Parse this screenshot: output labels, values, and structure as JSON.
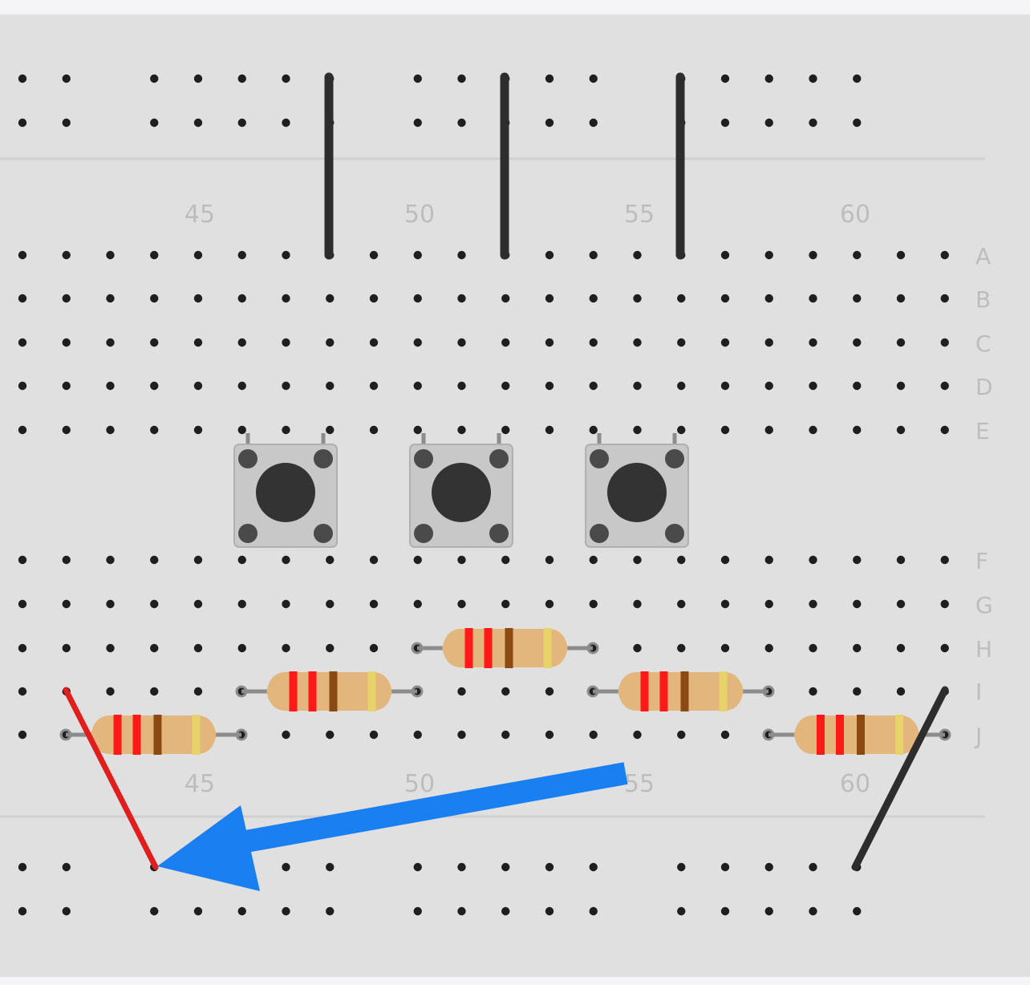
{
  "breadboard": {
    "column_numbers_top": [
      "45",
      "50",
      "55",
      "60"
    ],
    "column_numbers_bottom": [
      "45",
      "50",
      "55",
      "60"
    ],
    "row_labels_top": [
      "A",
      "B",
      "C",
      "D",
      "E"
    ],
    "row_labels_bottom": [
      "F",
      "G",
      "H",
      "I",
      "J"
    ],
    "colors": {
      "board": "#e0e0e0",
      "hole": "#1f1f1f",
      "label": "#bdbdbd",
      "wire_black": "#2d2d2d",
      "wire_red": "#e11d1d",
      "button_body": "#c8c8c8",
      "button_cap": "#333333",
      "resistor_body": "#e2b67c",
      "band_red": "#ff1a1a",
      "band_brown": "#8a4a12",
      "band_gold": "#e8d36a",
      "arrow": "#1a7ff0"
    },
    "components": {
      "jumper_wires_black": 4,
      "jumper_wires_red": 1,
      "push_buttons": 3,
      "resistors": 5
    },
    "annotation": {
      "icon": "arrow-icon",
      "color": "#1a7ff0"
    }
  }
}
